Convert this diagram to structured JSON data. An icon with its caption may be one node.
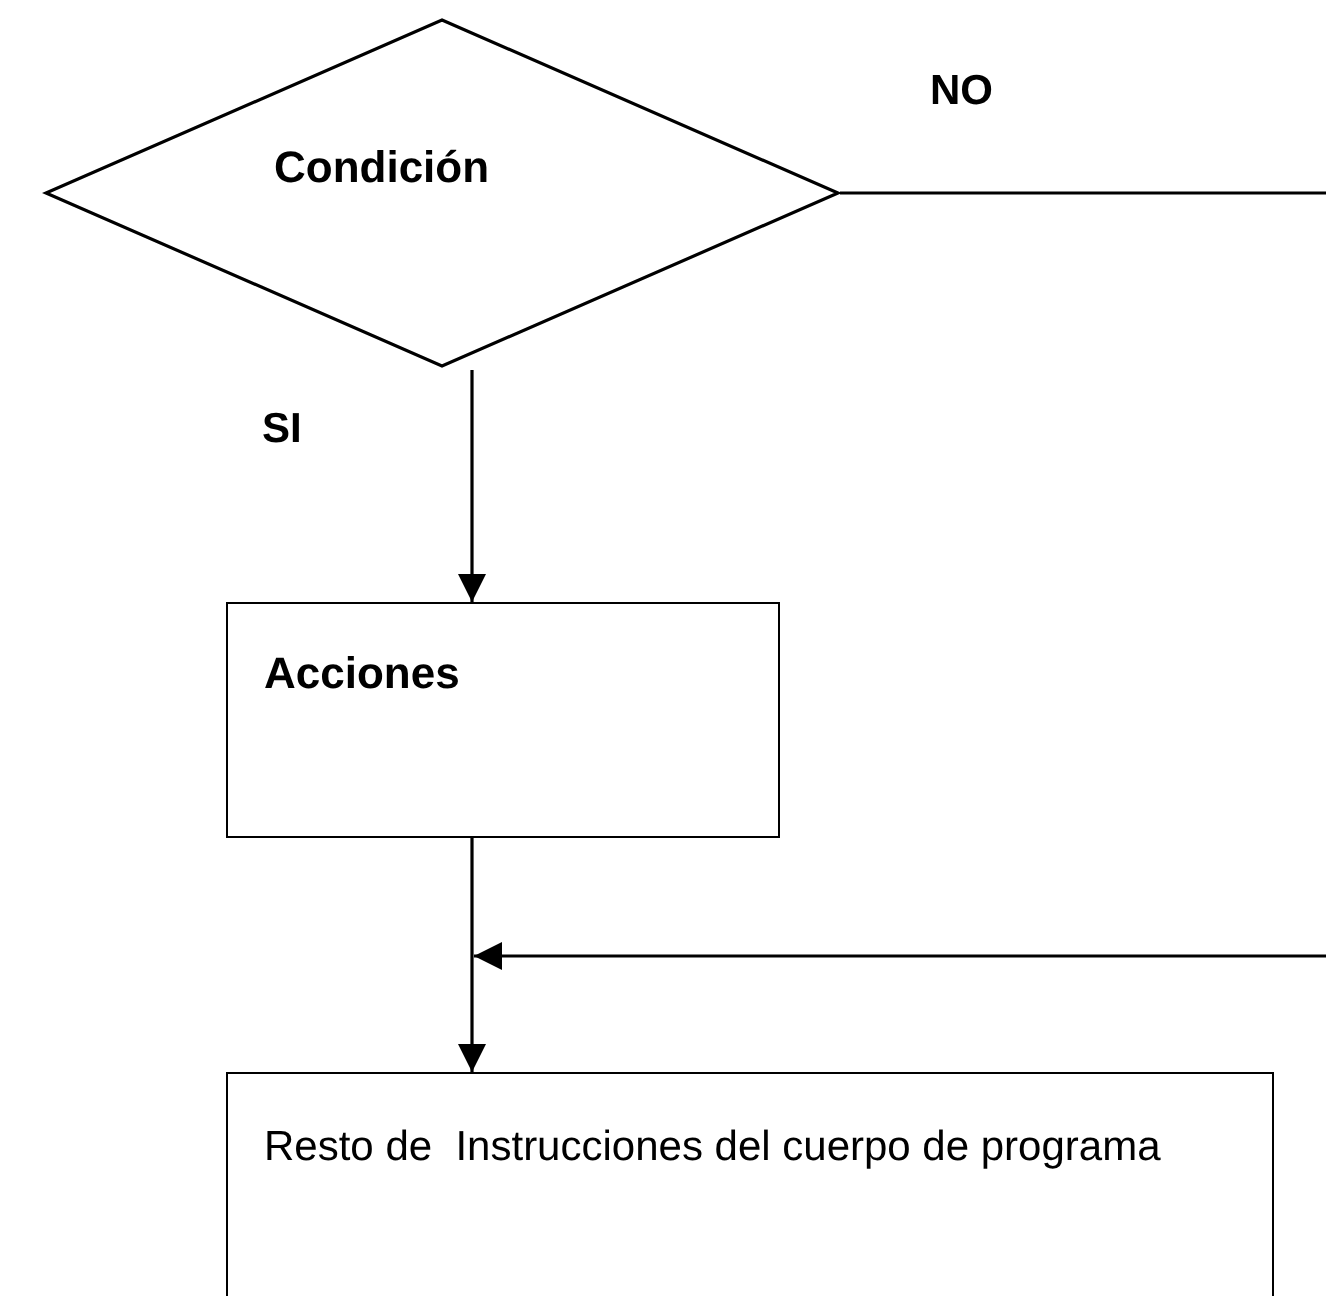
{
  "diagram": {
    "nodes": [
      {
        "text": [
          "Condición"
        ]
      },
      {
        "text": [
          "Acciones"
        ]
      },
      {
        "text": [
          "Resto de  Instrucciones del cuerpo de programa"
        ]
      }
    ],
    "edges": [
      {
        "from": 0,
        "to": null,
        "arrow": "none",
        "label": "NO"
      },
      {
        "from": 0,
        "to": 1,
        "arrow": "to",
        "label": "SI"
      },
      {
        "from": 1,
        "to": 2,
        "arrow": "to"
      },
      {
        "from": null,
        "to": 2,
        "arrow": "to"
      }
    ]
  }
}
